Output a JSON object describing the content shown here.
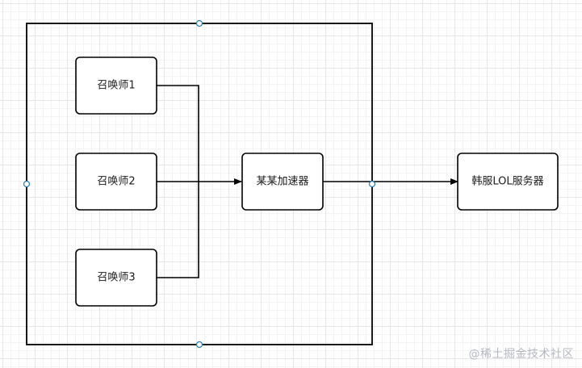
{
  "nodes": {
    "summoner1": "召唤师1",
    "summoner2": "召唤师2",
    "summoner3": "召唤师3",
    "accelerator": "某某加速器",
    "server": "韩服LOL服务器"
  },
  "watermark": "@稀土掘金技术社区",
  "colors": {
    "stroke": "#000000",
    "handle": "#2a7ab0",
    "grid": "#e6e6e6",
    "watermark": "#b4b8bf"
  }
}
